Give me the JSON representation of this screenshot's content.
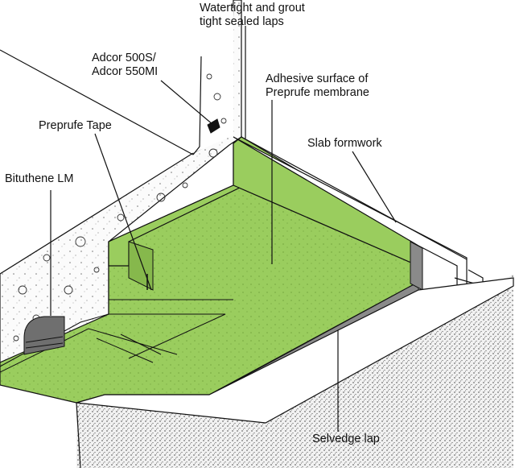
{
  "labels": {
    "watertight_line1": "Watertight and grout",
    "watertight_line2": "tight sealed laps",
    "adcor_line1": "Adcor 500S/",
    "adcor_line2": "Adcor 550MI",
    "adhesive_line1": "Adhesive surface of",
    "adhesive_line2": "Preprufe membrane",
    "preprufe_tape": "Preprufe Tape",
    "slab_formwork": "Slab formwork",
    "bituthene_lm": "Bituthene LM",
    "selvedge_lap": "Selvedge lap"
  },
  "colors": {
    "membrane": "#9acd5e",
    "membrane_shade": "#86b84c",
    "outline": "#111111",
    "concrete": "#f6f6f6",
    "selvedge": "#8a8a8a",
    "formwork": "#ffffff",
    "soil": "#e9e9e9"
  }
}
